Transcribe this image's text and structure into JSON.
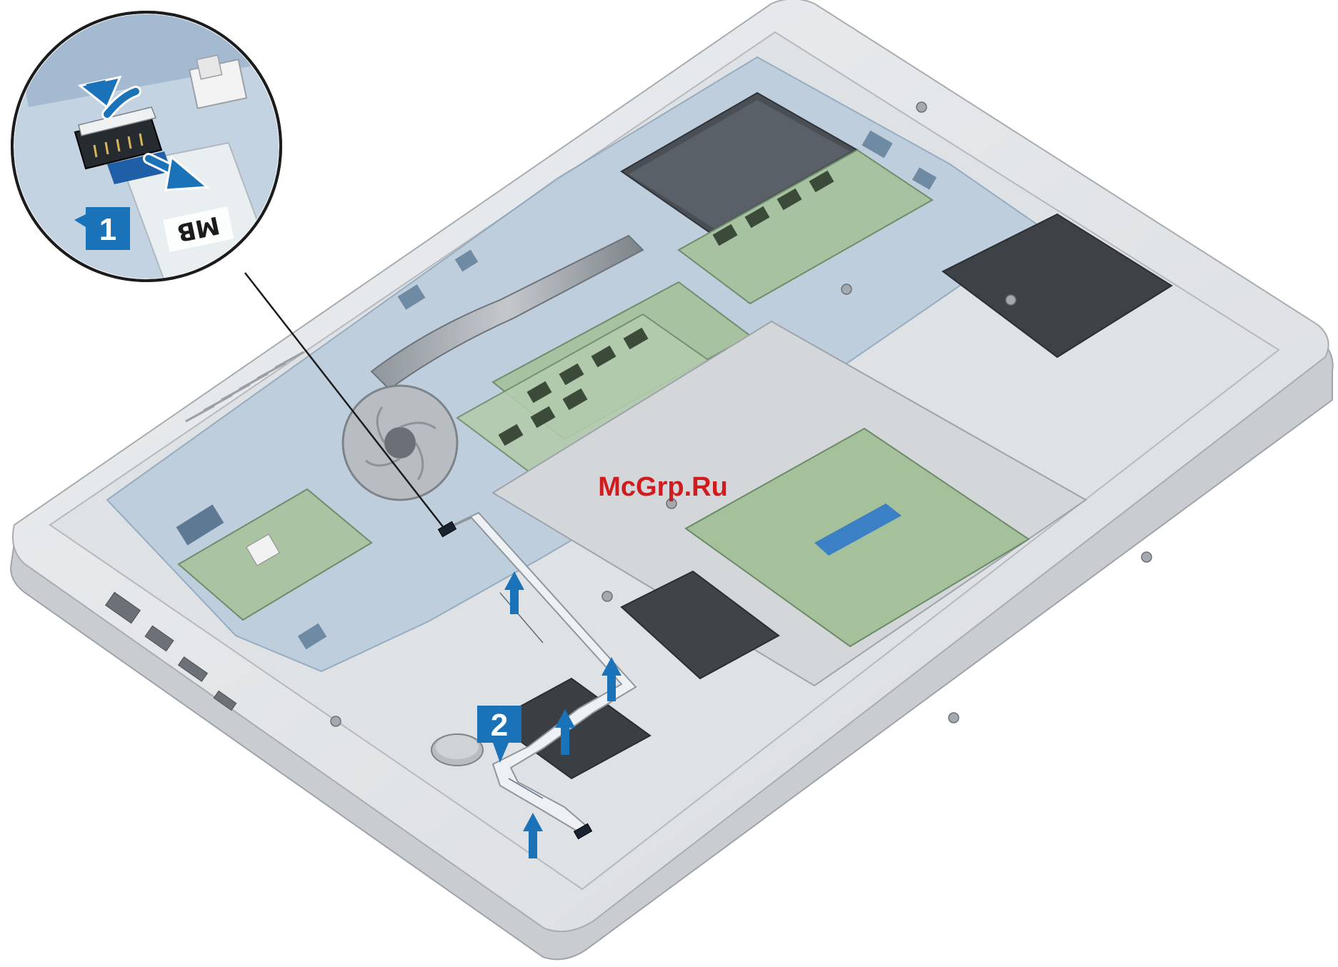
{
  "watermark": "McGrp.Ru",
  "steps": [
    {
      "number": "1",
      "description": ""
    },
    {
      "number": "2",
      "description": ""
    }
  ],
  "callout": {
    "cable_label": "MB"
  },
  "colors": {
    "step_badge": "#1a73b8",
    "arrow": "#1a73b8",
    "watermark": "#d01c1f",
    "chassis": "#e4e6e8",
    "pcb": "#b9cbdc"
  }
}
